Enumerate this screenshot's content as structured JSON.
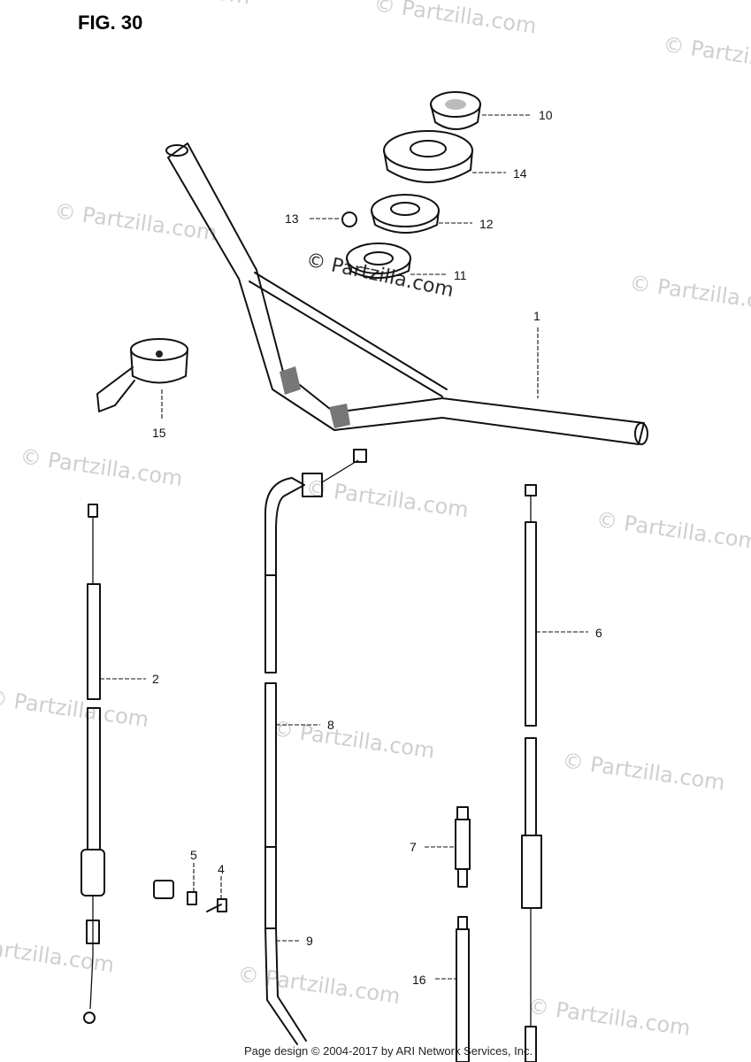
{
  "figure": {
    "title": "FIG. 30"
  },
  "watermark": {
    "text": "© Partzilla.com"
  },
  "footer": {
    "text": "Page design © 2004-2017 by ARI Network Services, Inc."
  },
  "callouts": {
    "c1": "1",
    "c2": "2",
    "c4": "4",
    "c5": "5",
    "c6": "6",
    "c7": "7",
    "c8": "8",
    "c9": "9",
    "c10": "10",
    "c11": "11",
    "c12": "12",
    "c13": "13",
    "c14": "14",
    "c15": "15",
    "c16": "16"
  }
}
